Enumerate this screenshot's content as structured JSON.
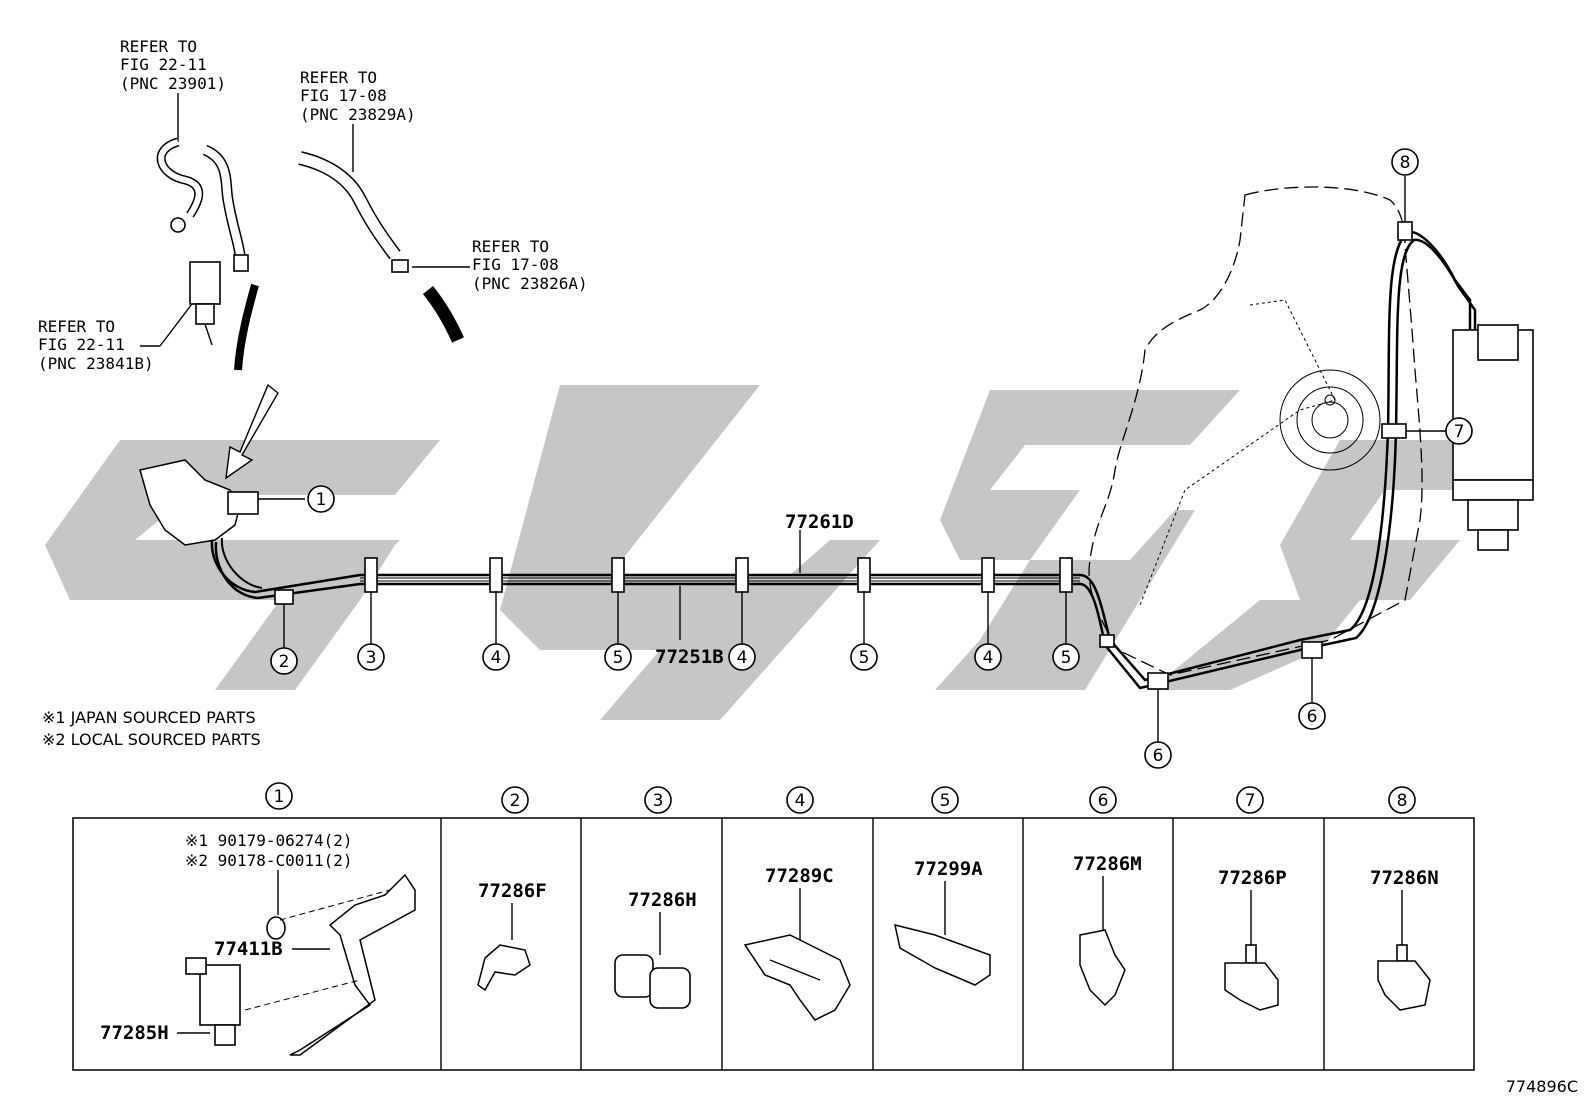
{
  "references": [
    {
      "line1": "REFER TO",
      "line2": "FIG 22-11",
      "line3": "(PNC 23901)"
    },
    {
      "line1": "REFER TO",
      "line2": "FIG 17-08",
      "line3": "(PNC 23829A)"
    },
    {
      "line1": "REFER TO",
      "line2": "FIG 17-08",
      "line3": "(PNC 23826A)"
    },
    {
      "line1": "REFER TO",
      "line2": "FIG 22-11",
      "line3": "(PNC 23841B)"
    }
  ],
  "main_parts": {
    "upper_tube": "77261D",
    "lower_tube": "77251B"
  },
  "callouts": {
    "c1": "1",
    "c2": "2",
    "c3": "3",
    "c4a": "4",
    "c4b": "4",
    "c4c": "4",
    "c5a": "5",
    "c5b": "5",
    "c5c": "5",
    "c6a": "6",
    "c6b": "6",
    "c7": "7",
    "c8": "8"
  },
  "notes": {
    "note1": "※1 JAPAN SOURCED PARTS",
    "note2": "※2 LOCAL SOURCED PARTS"
  },
  "table": {
    "headers": [
      "1",
      "2",
      "3",
      "4",
      "5",
      "6",
      "7",
      "8"
    ],
    "col1": {
      "bolt1": "※1 90179-06274(2)",
      "bolt2": "※2 90178-C0011(2)",
      "bracket": "77411B",
      "sensor": "77285H"
    },
    "cells": [
      "77286F",
      "77286H",
      "77289C",
      "77299A",
      "77286M",
      "77286P",
      "77286N"
    ]
  },
  "figure_id": "774896C"
}
